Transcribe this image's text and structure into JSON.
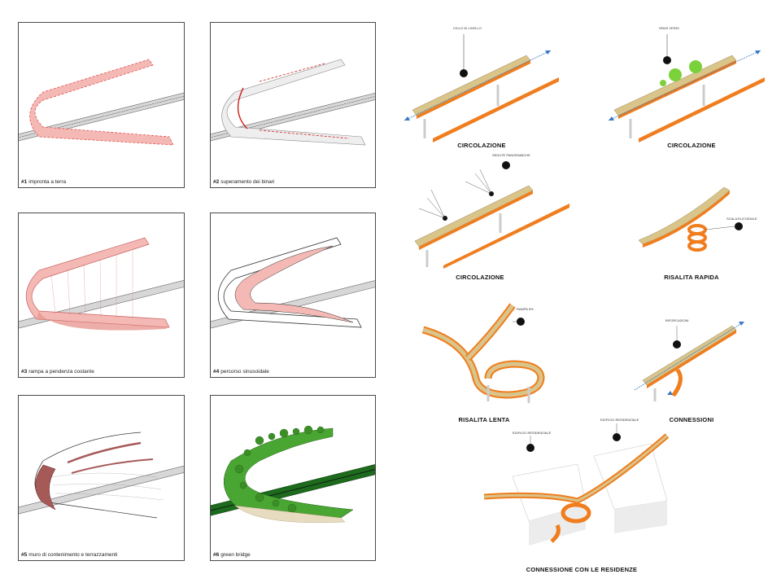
{
  "panels": [
    {
      "num": "#1",
      "label": "impronta a terra"
    },
    {
      "num": "#2",
      "label": "superamento dei binari"
    },
    {
      "num": "#3",
      "label": "rampa a pendenza costante"
    },
    {
      "num": "#4",
      "label": "percorso sinusoidale"
    },
    {
      "num": "#5",
      "label": "muro di contenimento e terrazzamenti"
    },
    {
      "num": "#6",
      "label": "green bridge"
    }
  ],
  "diagrams": [
    {
      "title": "CIRCOLAZIONE",
      "tag": "CICLO DI LIVELLO"
    },
    {
      "title": "CIRCOLAZIONE",
      "tag": "SPAZI VERDI"
    },
    {
      "title": "CIRCOLAZIONE",
      "tag": "SEDUTE PANORAMICHE"
    },
    {
      "title": "RISALITA RAPIDA",
      "tag": "SCALA ELICOIDALE"
    },
    {
      "title": "RISALITA LENTA",
      "tag": "RAMPA 5%"
    },
    {
      "title": "CONNESSIONI",
      "tag": "BIFORCAZIONI"
    },
    {
      "title": "CONNESSIONE CON LE RESIDENZE",
      "tag": "EDIFICIO RESIDENZIALE",
      "tag2": "EDIFICIO RESIDENZIALE"
    }
  ],
  "colors": {
    "orange": "#f07d1e",
    "deck": "#d9c48a",
    "pink": "#f4b9b4",
    "green": "#3f9a2a",
    "blue": "#3a78c2"
  }
}
